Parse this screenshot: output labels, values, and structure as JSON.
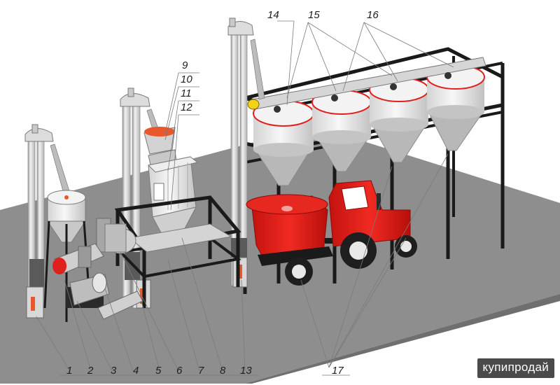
{
  "diagram": {
    "colors": {
      "floor": "#8e8e8e",
      "steel": "#1a1a1a",
      "body_light": "#ebebeb",
      "body_mid": "#c9c9c9",
      "accent_red": "#e0201c",
      "accent_orange": "#e8582a",
      "accent_yellow": "#f5d21a",
      "leader": "#7a7a7a"
    },
    "bottom_labels": [
      "1",
      "2",
      "3",
      "4",
      "5",
      "6",
      "7",
      "8",
      "13",
      "17"
    ],
    "top_labels": {
      "l9": "9",
      "l10": "10",
      "l11": "11",
      "l12": "12",
      "l14": "14",
      "l15": "15",
      "l16": "16"
    }
  },
  "watermark": "купипродай"
}
